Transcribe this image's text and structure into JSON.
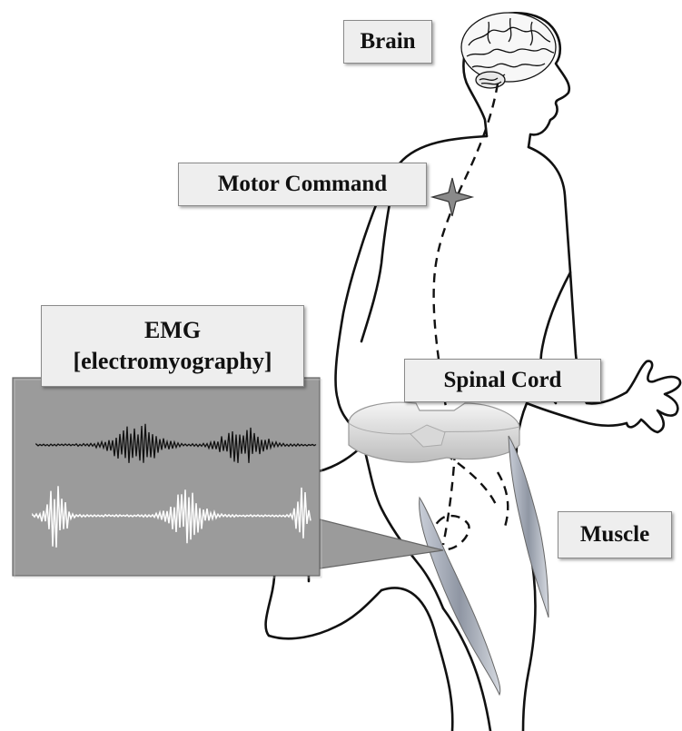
{
  "labels": {
    "brain": "Brain",
    "motor_command": "Motor Command",
    "spinal_cord": "Spinal Cord",
    "muscle": "Muscle",
    "emg_title": "EMG",
    "emg_subtitle": "[electromyography]"
  },
  "colors": {
    "outline": "#111111",
    "label_bg": "#eeeeee",
    "emg_panel": "#9b9b9b",
    "emg_dark_signal": "#111111",
    "emg_light_signal": "#ffffff",
    "muscle": "#a9aeb8",
    "spinal_cord": "#e2e2e2"
  },
  "icons": [
    "brain-icon",
    "motor-command-star-icon",
    "spinal-cord-cross-section-icon",
    "muscle-icon"
  ]
}
